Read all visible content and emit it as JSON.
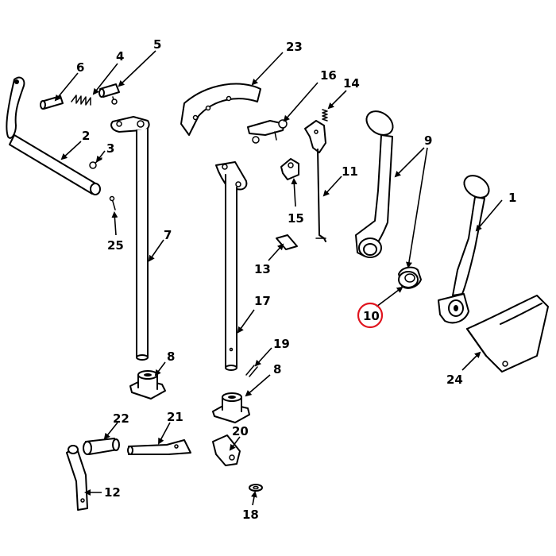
{
  "callouts": {
    "c1": "1",
    "c2": "2",
    "c3": "3",
    "c4": "4",
    "c5": "5",
    "c6": "6",
    "c7": "7",
    "c8a": "8",
    "c8b": "8",
    "c9": "9",
    "c10": "10",
    "c11": "11",
    "c12": "12",
    "c13": "13",
    "c14": "14",
    "c15": "15",
    "c16": "16",
    "c17": "17",
    "c18": "18",
    "c19": "19",
    "c20": "20",
    "c21": "21",
    "c22": "22",
    "c23": "23",
    "c24": "24",
    "c25": "25"
  },
  "highlighted_callout": "10",
  "highlight_color": "#e0141e"
}
